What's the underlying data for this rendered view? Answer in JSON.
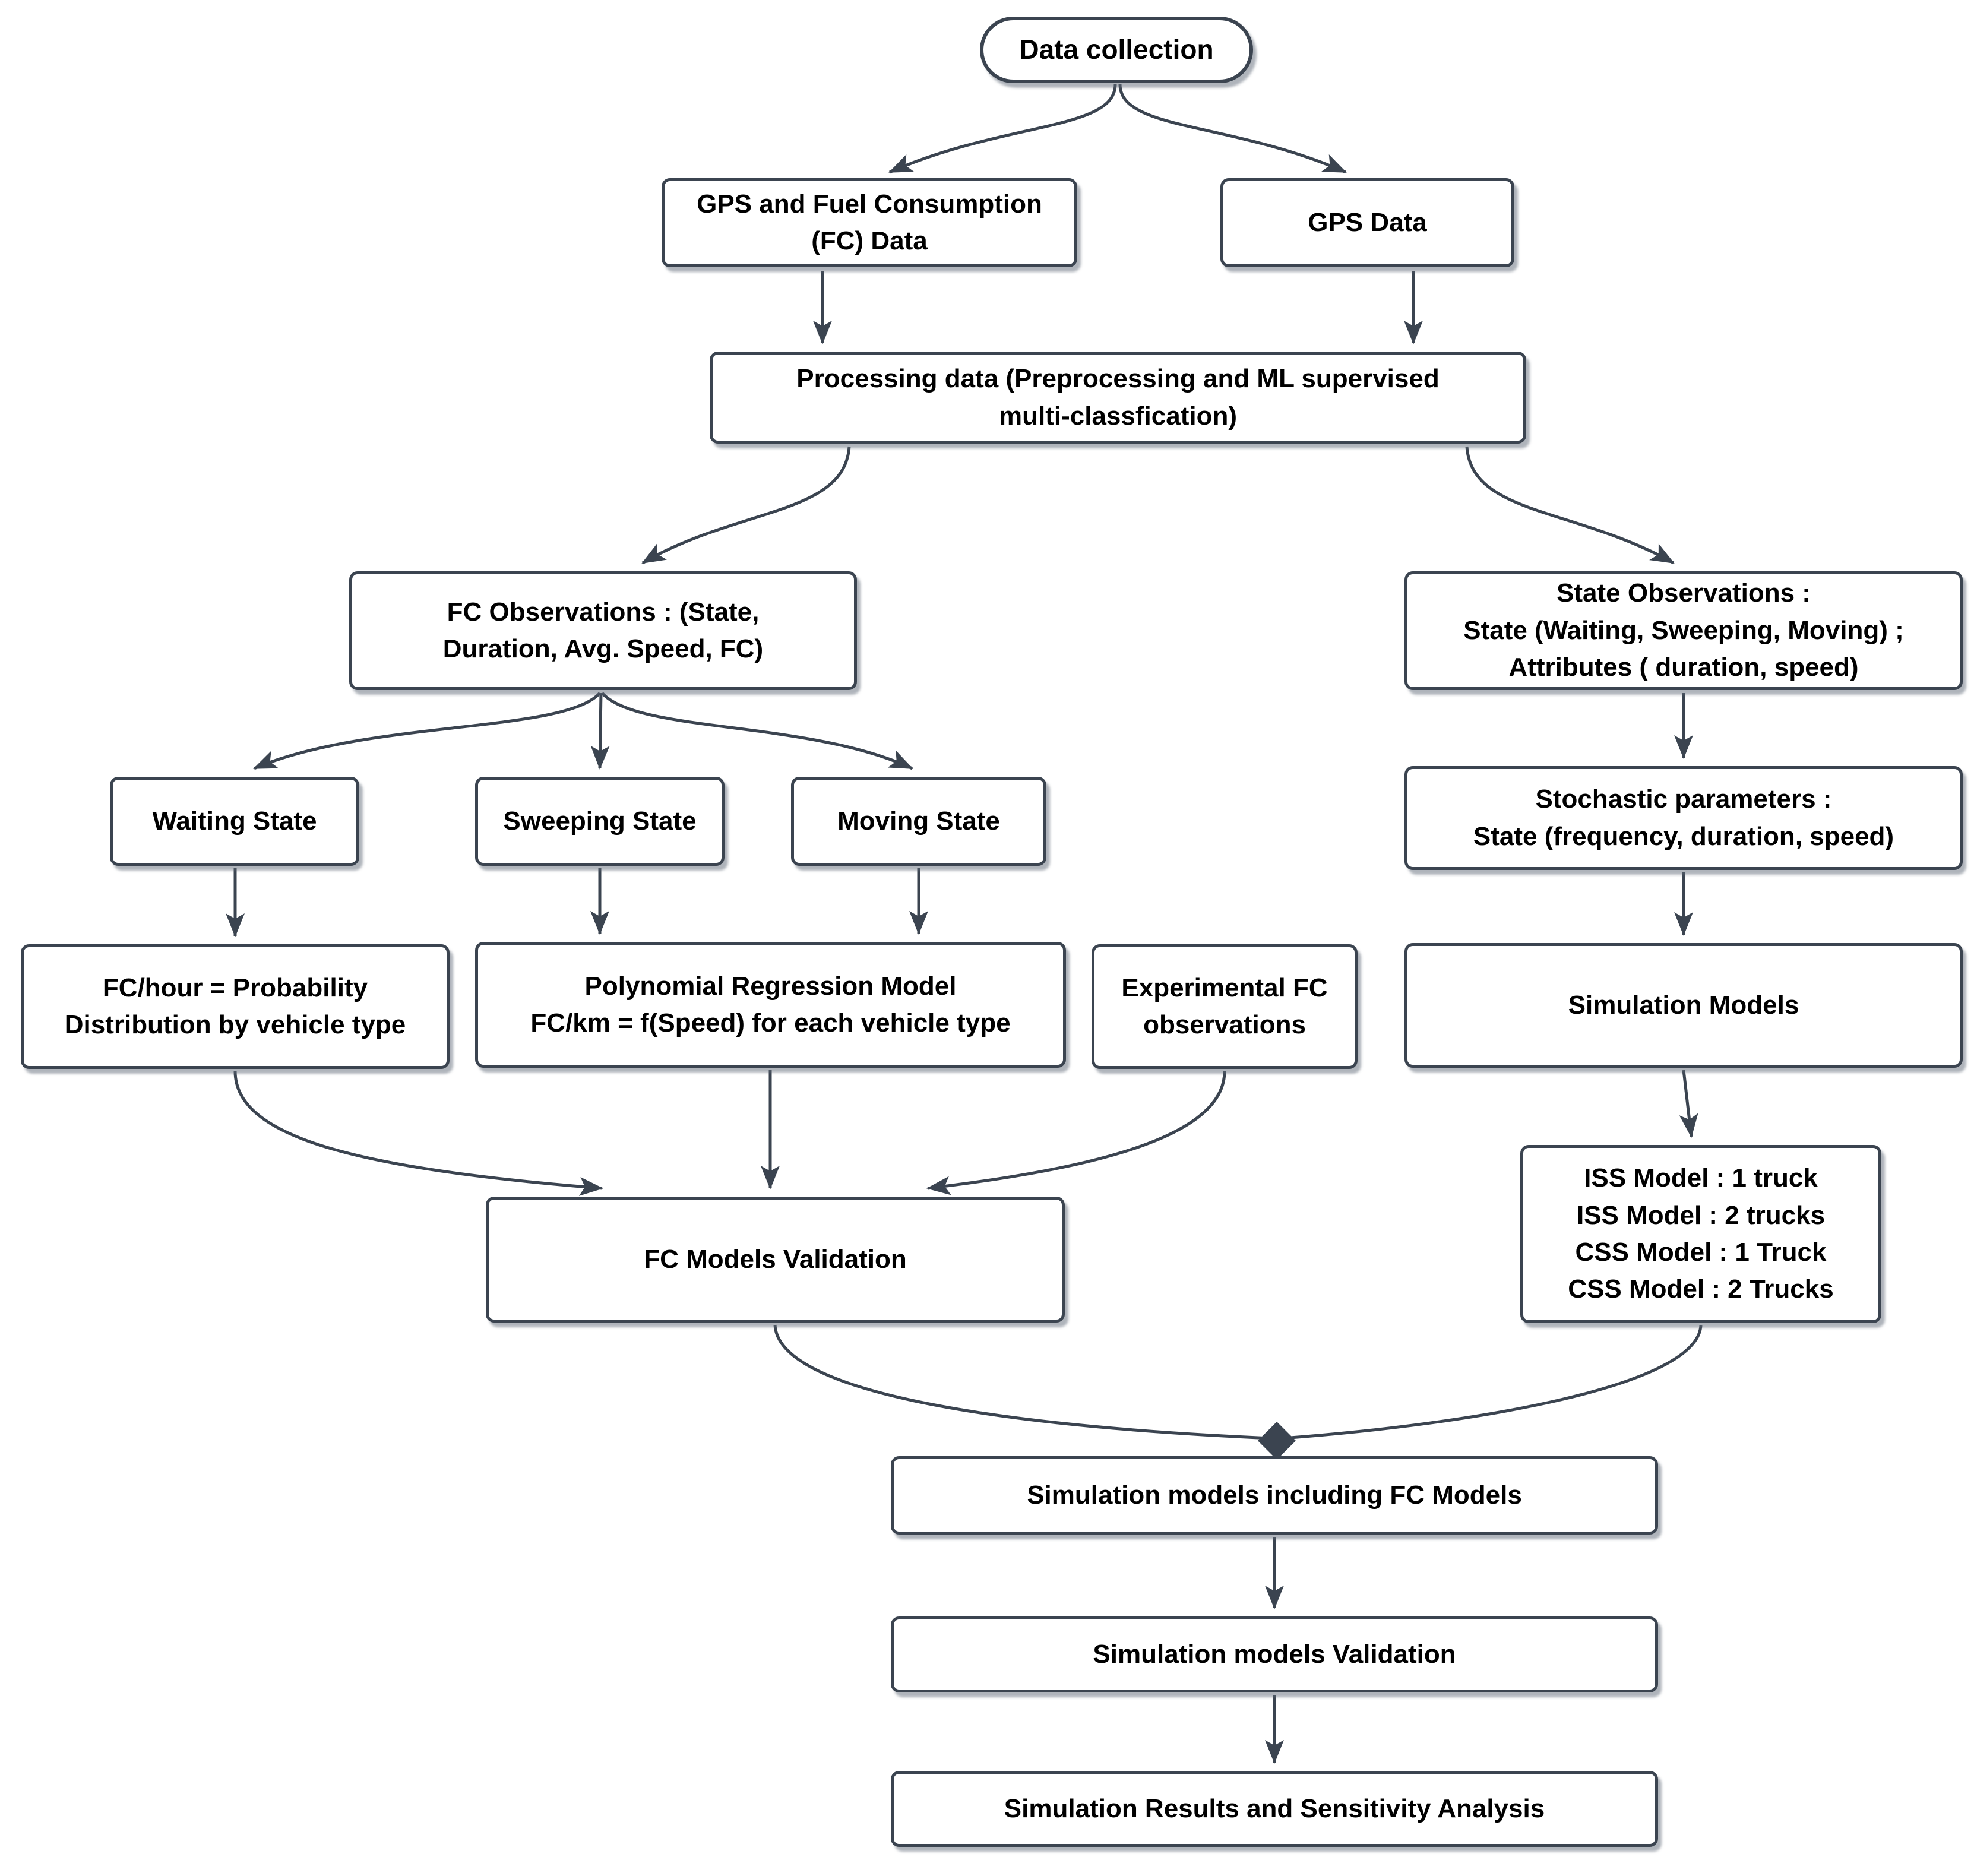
{
  "colors": {
    "stroke": "#3b4450",
    "box_fill": "#ffffff",
    "text": "#000000",
    "background": "#ffffff"
  },
  "nodes": {
    "data_collection": "Data collection",
    "gps_fc_data": "GPS and Fuel Consumption\n(FC) Data",
    "gps_data": "GPS Data",
    "processing_data": "Processing data  (Preprocessing and ML supervised\nmulti-classfication)",
    "fc_observations": "FC Observations : (State,\nDuration, Avg. Speed, FC)",
    "state_observations": "State Observations :\nState (Waiting, Sweeping, Moving) ;\nAttributes ( duration, speed)",
    "waiting_state": "Waiting State",
    "sweeping_state": "Sweeping State",
    "moving_state": "Moving State",
    "stochastic_parameters": "Stochastic parameters :\nState (frequency, duration, speed)",
    "fc_hour": "FC/hour = Probability\nDistribution by vehicle type",
    "polynomial_regression": "Polynomial Regression Model\nFC/km = f(Speed) for each vehicle type",
    "experimental_fc": "Experimental FC\nobservations",
    "simulation_models": "Simulation Models",
    "iss_css_models": "ISS Model : 1 truck\nISS Model : 2 trucks\nCSS Model : 1 Truck\nCSS Model : 2 Trucks",
    "fc_models_validation": "FC Models Validation",
    "sim_models_including_fc": "Simulation models including FC Models",
    "sim_models_validation": "Simulation models Validation",
    "sim_results": "Simulation Results and Sensitivity Analysis"
  }
}
